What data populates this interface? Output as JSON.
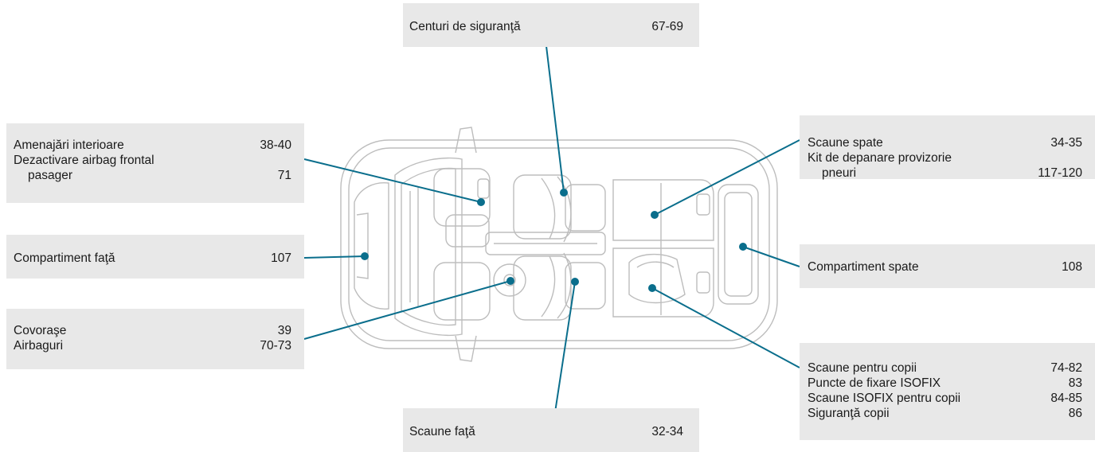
{
  "callouts": {
    "centuri": {
      "items": [
        {
          "label": "Centuri de siguranţă",
          "pages": "67-69"
        }
      ]
    },
    "amenajari": {
      "items": [
        {
          "label": "Amenajări interioare",
          "pages": "38-40"
        },
        {
          "label": "Dezactivare airbag frontal",
          "pages": ""
        },
        {
          "label": "pasager",
          "pages": "71"
        }
      ]
    },
    "compartiment_fata": {
      "items": [
        {
          "label": "Compartiment faţă",
          "pages": "107"
        }
      ]
    },
    "covorase": {
      "items": [
        {
          "label": "Covoraşe",
          "pages": "39"
        },
        {
          "label": "Airbaguri",
          "pages": "70-73"
        }
      ]
    },
    "scaune_fata": {
      "items": [
        {
          "label": "Scaune faţă",
          "pages": "32-34"
        }
      ]
    },
    "scaune_spate": {
      "items": [
        {
          "label": "Scaune spate",
          "pages": "34-35"
        },
        {
          "label": "Kit de depanare provizorie",
          "pages": ""
        },
        {
          "label": "pneuri",
          "pages": "117-120"
        }
      ]
    },
    "compartiment_spate": {
      "items": [
        {
          "label": "Compartiment spate",
          "pages": "108"
        }
      ]
    },
    "scaune_copii": {
      "items": [
        {
          "label": "Scaune pentru copii",
          "pages": "74-82"
        },
        {
          "label": "Puncte de fixare ISOFIX",
          "pages": "83"
        },
        {
          "label": "Scaune ISOFIX pentru copii",
          "pages": "84-85"
        },
        {
          "label": "Siguranţă copii",
          "pages": "86"
        }
      ]
    }
  },
  "colors": {
    "leader": "#0a6e8c",
    "box": "#e8e8e8",
    "car_line": "#bdbdbd"
  }
}
